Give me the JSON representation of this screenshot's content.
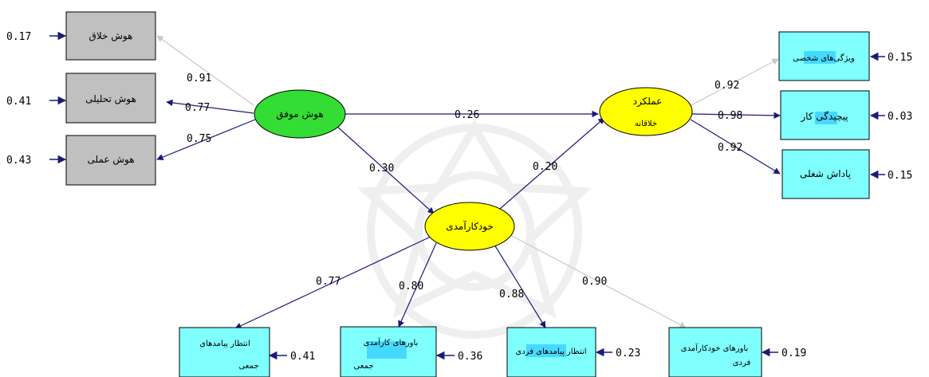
{
  "latent": {
    "smart": "هوش موفق",
    "creative_perf_line1": "عملکرد",
    "creative_perf_line2": "خلاقانه",
    "self_efficacy": "خودکارآمدی"
  },
  "indicators": {
    "creative": "هوش خلاق",
    "analytic": "هوش تحلیلی",
    "practical": "هوش عملی",
    "personality": "ویژگی‌های شخصی",
    "complexity": "پیچیدگی کار",
    "reward": "پاداش شغلی",
    "collective_expect_line1": "انتظار پیامدهای",
    "collective_expect_line2": "جمعی",
    "collective_belief_line1": "باورهای کارآمدی",
    "collective_belief_line2": "جمعی",
    "individual_expect": "انتظار پیامدهای فردی",
    "individual_belief_line1": "باورهای خودکارآمدی",
    "individual_belief_line2": "فردی"
  },
  "errors": {
    "creative": "0.17",
    "analytic": "0.41",
    "practical": "0.43",
    "personality": "0.15",
    "complexity": "0.03",
    "reward": "0.15",
    "collective_expect": "0.41",
    "collective_belief": "0.36",
    "individual_expect": "0.23",
    "individual_belief": "0.19"
  },
  "loadings": {
    "creative": "0.91",
    "analytic": "0.77",
    "practical": "0.75",
    "personality": "0.92",
    "complexity": "0.98",
    "reward": "0.92",
    "collective_expect": "0.77",
    "collective_belief": "0.80",
    "individual_expect": "0.88",
    "individual_belief": "0.90"
  },
  "paths": {
    "smart_to_perf": "0.26",
    "smart_to_self": "0.30",
    "self_to_perf": "0.20"
  },
  "colors": {
    "arrow": "#1a1a7a",
    "grey_arrow": "#c8c8c8",
    "box_grey": "#c0c0c0",
    "box_cyan": "#80ffff",
    "ellipse_green": "#33dd33",
    "ellipse_yellow": "#ffff00",
    "highlight": "#33ccff"
  }
}
